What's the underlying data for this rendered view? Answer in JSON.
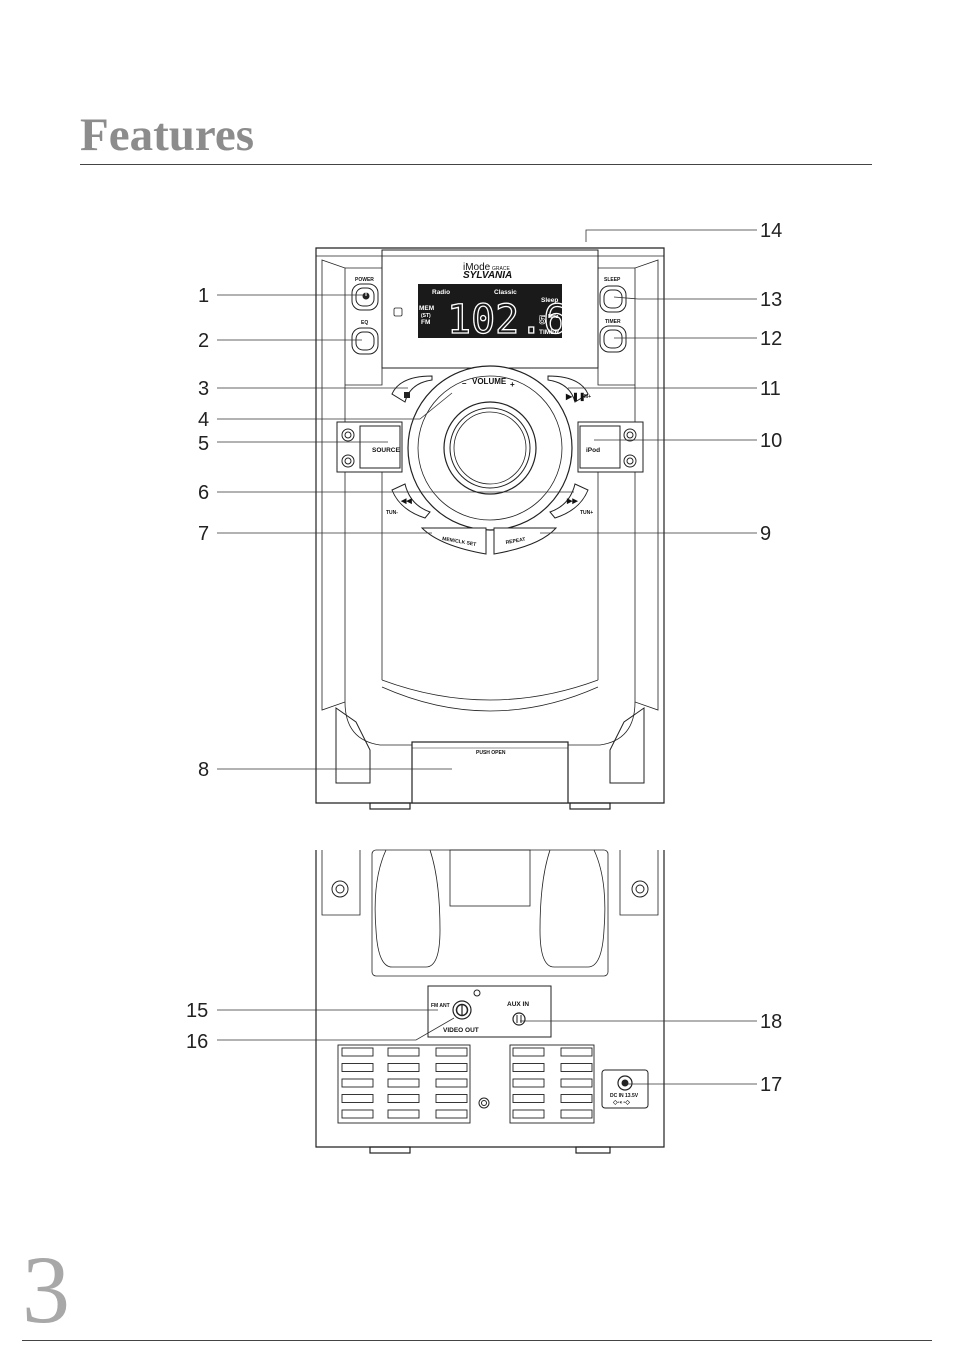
{
  "page": {
    "title": "Features",
    "page_number": "3"
  },
  "front_panel": {
    "brand_line1": "iMode",
    "brand_line1_sub": "GRACE",
    "brand_line2": "SYLVANIA",
    "buttons": {
      "power": "POWER",
      "eq": "EQ",
      "sleep": "SLEEP",
      "timer": "TIMER",
      "source": "SOURCE",
      "ipod": "iPod",
      "tun_minus": "TUN-",
      "tun_plus": "TUN+",
      "mem_clk_set": "MEM/CLK SET",
      "repeat": "REPEAT",
      "m_plus": "M+",
      "push_open": "PUSH OPEN"
    },
    "volume": {
      "label": "VOLUME",
      "minus": "–",
      "plus": "+"
    },
    "display": {
      "radio": "Radio",
      "classic": "Classic",
      "sleep": "Sleep",
      "mem": "MEM",
      "st": "(ST)",
      "fm": "FM",
      "frequency": "102.6",
      "small_digit": "5",
      "unit": "MHz",
      "timer": "TIMER"
    }
  },
  "rear_panel": {
    "fm_ant": "FM ANT",
    "video_out": "VIDEO OUT",
    "aux_in": "AUX IN",
    "dc_in": "DC IN 13.5V"
  },
  "callouts": [
    "1",
    "2",
    "3",
    "4",
    "5",
    "6",
    "7",
    "8",
    "9",
    "10",
    "11",
    "12",
    "13",
    "14",
    "15",
    "16",
    "17",
    "18"
  ]
}
